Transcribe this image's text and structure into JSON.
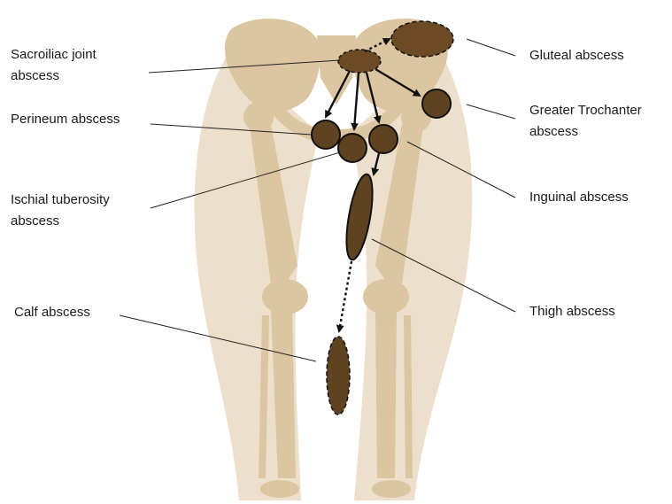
{
  "colors": {
    "bone": "#dcc5a1",
    "bone_shadow": "#cdb48a",
    "abscess_fill": "#5f4321",
    "abscess_rim": "#7a5a30",
    "outline": "#111111",
    "leader": "#222222"
  },
  "labels": {
    "sacroiliac": [
      "Sacroiliac joint",
      "abscess"
    ],
    "gluteal": [
      "Gluteal abscess"
    ],
    "perineum": [
      "Perineum abscess"
    ],
    "greater_trochanter": [
      "Greater Trochanter",
      "abscess"
    ],
    "ischial": [
      "Ischial tuberosity",
      "abscess"
    ],
    "inguinal": [
      "Inguinal abscess"
    ],
    "thigh": [
      "Thigh abscess"
    ],
    "calf": [
      "Calf abscess"
    ]
  }
}
